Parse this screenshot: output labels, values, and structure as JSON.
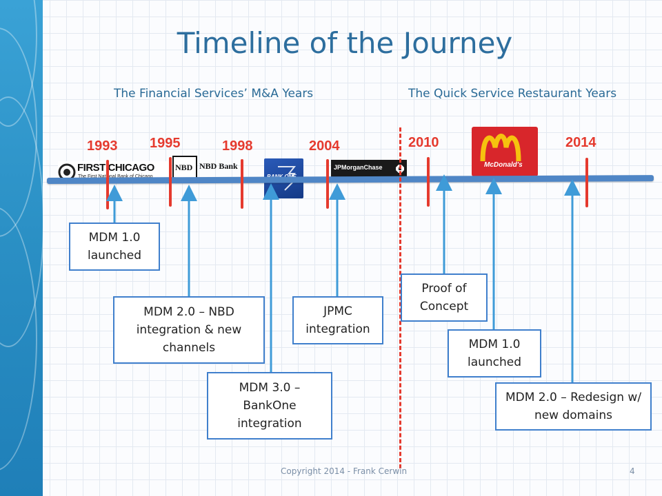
{
  "title": "Timeline of the Journey",
  "sections": {
    "financial": "The Financial Services’ M&A Years",
    "qsr": "The Quick Service Restaurant Years"
  },
  "years": [
    "1993",
    "1995",
    "1998",
    "2004",
    "2010",
    "2014"
  ],
  "logos": {
    "first_chicago": "FIRST CHICAGO",
    "first_chicago_sub": "The First National Bank of Chicago",
    "nbd_mark": "NBD",
    "nbd": "NBD Bank",
    "bank_one": "BANK ONE",
    "jpmorgan": "JPMorganChase",
    "mcdonalds": "McDonald's"
  },
  "milestones": [
    {
      "label": "MDM 1.0 launched"
    },
    {
      "label": "MDM 2.0 – NBD integration & new channels"
    },
    {
      "label": "MDM 3.0 – BankOne integration"
    },
    {
      "label": "JPMC integration"
    },
    {
      "label": "Proof of Concept"
    },
    {
      "label": "MDM 1.0 launched"
    },
    {
      "label": "MDM 2.0 – Redesign w/ new domains"
    }
  ],
  "footer": "Copyright 2014 - Frank Cerwin",
  "page": "4",
  "colors": {
    "accent": "#e53a2e",
    "axis": "#4f86c6",
    "title": "#2d6e9e",
    "box_border": "#3f7fcc"
  }
}
